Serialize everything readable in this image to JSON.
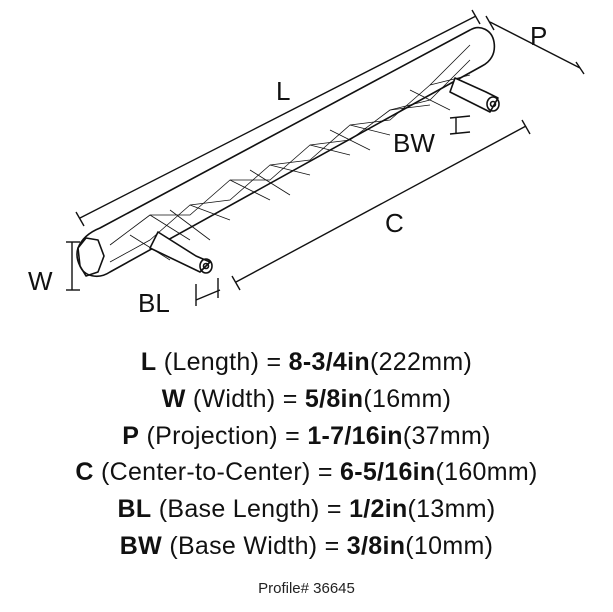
{
  "diagram": {
    "labels": {
      "L": "L",
      "P": "P",
      "BW": "BW",
      "C": "C",
      "W": "W",
      "BL": "BL"
    }
  },
  "specs": [
    {
      "code": "L",
      "name": "(Length) =",
      "inches": "8-3/4in",
      "mm": "(222mm)"
    },
    {
      "code": "W",
      "name": "(Width) =",
      "inches": "5/8in",
      "mm": "(16mm)"
    },
    {
      "code": "P",
      "name": "(Projection) =",
      "inches": "1-7/16in",
      "mm": "(37mm)"
    },
    {
      "code": "C",
      "name": "(Center-to-Center) =",
      "inches": "6-5/16in",
      "mm": "(160mm)"
    },
    {
      "code": "BL",
      "name": "(Base Length) =",
      "inches": "1/2in",
      "mm": "(13mm)"
    },
    {
      "code": "BW",
      "name": "(Base Width) =",
      "inches": "3/8in",
      "mm": "(10mm)"
    }
  ],
  "profile": "Profile# 36645"
}
